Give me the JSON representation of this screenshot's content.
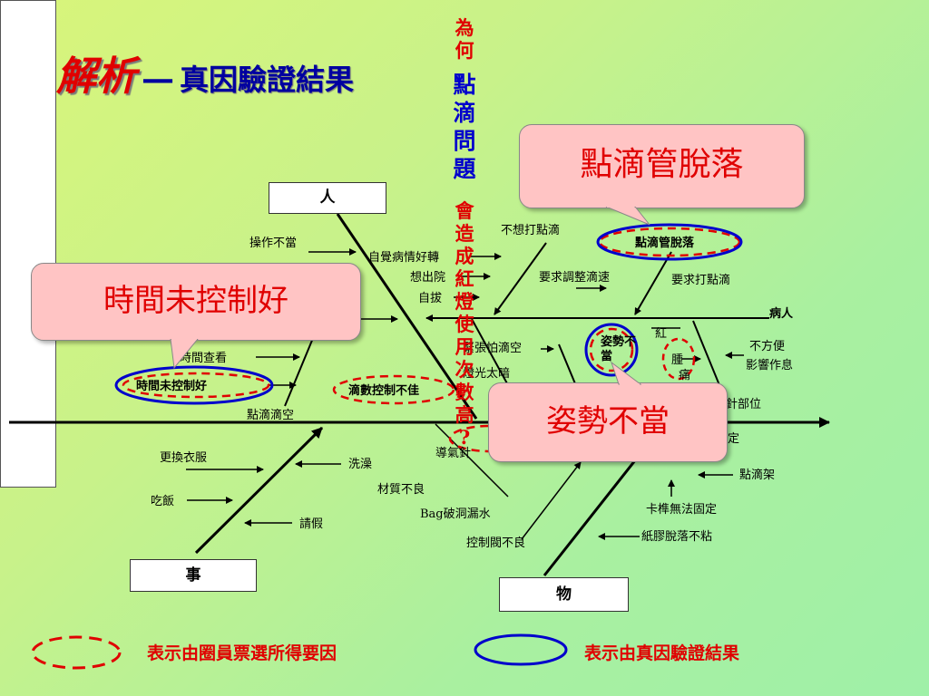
{
  "title": {
    "main": "解析",
    "dash": "—",
    "sub": "真因驗證結果"
  },
  "categories": {
    "person": "人",
    "matter": "事",
    "thing": "物"
  },
  "effect": {
    "label": "病人"
  },
  "labels": {
    "operation": "操作不當",
    "self_feel": "自覺病情好轉",
    "want_discharge": "想出院",
    "self_pull": "自拔",
    "no_drip": "不想打點滴",
    "req_adjust": "要求調整滴速",
    "req_drip": "要求打點滴",
    "tube_off_small": "點滴管脫落",
    "check_time": "時間查看",
    "time_ctrl_small": "時間未控制好",
    "drip_count": "滴數控制不佳",
    "drip_empty": "點滴滴空",
    "nervous": "緊張怕滴空",
    "light_dark": "燈光太暗",
    "posture_small": "姿勢不當",
    "red": "紅",
    "swelling": "腫",
    "pain": "痛",
    "inconvenient": "不方便",
    "affect_rest": "影響作息",
    "site": "針部位",
    "fix": "定",
    "change_clothes": "更換衣服",
    "bath": "洗澡",
    "eat": "吃飯",
    "leave": "請假",
    "guide_needle": "導氣針",
    "material": "材質不良",
    "bag_leak": "Bag破洞漏水",
    "valve": "控制閥不良",
    "drip_stand": "點滴架",
    "clip": "卡榫無法固定",
    "tape": "紙膠脫落不粘"
  },
  "callouts": {
    "tube_off": "點滴管脫落",
    "time_ctrl": "時間未控制好",
    "posture": "姿勢不當"
  },
  "side_question": {
    "pre": [
      "為",
      "何"
    ],
    "key": [
      "點",
      "滴",
      "問",
      "題"
    ],
    "post": [
      "會",
      "造",
      "成",
      "紅",
      "燈",
      "使",
      "用",
      "次",
      "數",
      "高",
      "?"
    ]
  },
  "legend": {
    "voted": "表示由圈員票選所得要因",
    "verified": "表示由真因驗證結果",
    "dashed_color": "#e00000",
    "solid_color": "#0000cc"
  }
}
